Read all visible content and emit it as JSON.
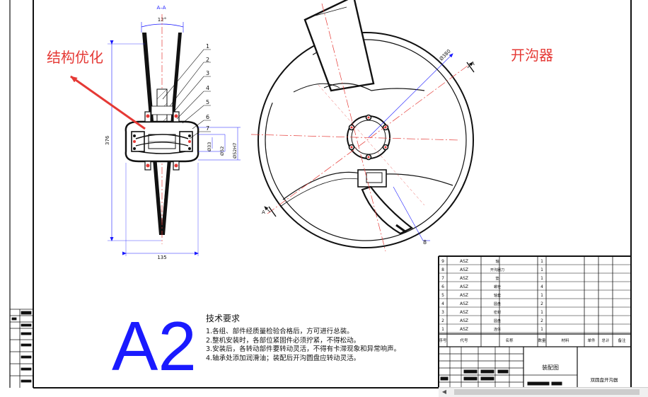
{
  "section_label": "A–A",
  "annotation_left": "结构优化",
  "annotation_right": "开沟器",
  "sheet_size": "A2",
  "angle_dim": "12°",
  "height_dim": "376",
  "width_dim": "135",
  "diam_dims": [
    "Ø33",
    "Ø52",
    "Ø52H7"
  ],
  "disc_diam": "Ø380",
  "section_mark": "A",
  "balloons": [
    "1",
    "2",
    "3",
    "4",
    "5",
    "6",
    "7",
    "8"
  ],
  "tech_title": "技术要求",
  "tech_lines": [
    "1.各组、部件经质量检验合格后，方可进行总装。",
    "2.整机安装时，各部位紧固件必须拧紧，不得松动。",
    "3.安装后，各转动部件要转动灵活，不得有卡滞现象和异常响声。",
    "4.轴承处添加润滑油；装配后开沟圆盘应转动灵活。"
  ],
  "bom_rows": [
    {
      "no": "9",
      "code": "ASZ",
      "name": "轴",
      "qty": "1"
    },
    {
      "no": "8",
      "code": "ASZ",
      "name": "开沟器刀",
      "qty": "1"
    },
    {
      "no": "7",
      "code": "ASZ",
      "name": "垫",
      "qty": "1"
    },
    {
      "no": "6",
      "code": "ASZ",
      "name": "螺栓",
      "qty": "4"
    },
    {
      "no": "5",
      "code": "ASZ",
      "name": "轴套",
      "qty": "1"
    },
    {
      "no": "4",
      "code": "ASZ",
      "name": "圆盘",
      "qty": "2"
    },
    {
      "no": "3",
      "code": "ASZ",
      "name": "密封",
      "qty": "1"
    },
    {
      "no": "2",
      "code": "ASZ",
      "name": "圆盘",
      "qty": "2"
    },
    {
      "no": "1",
      "code": "ASZ",
      "name": "连体",
      "qty": "1"
    }
  ],
  "bom_headers": [
    "序号",
    "代号",
    "名称",
    "数量",
    "材料",
    "单件",
    "总计",
    "备注"
  ],
  "title_block": {
    "drawing_name": "装配图",
    "product_name": "双圆盘开沟器"
  }
}
